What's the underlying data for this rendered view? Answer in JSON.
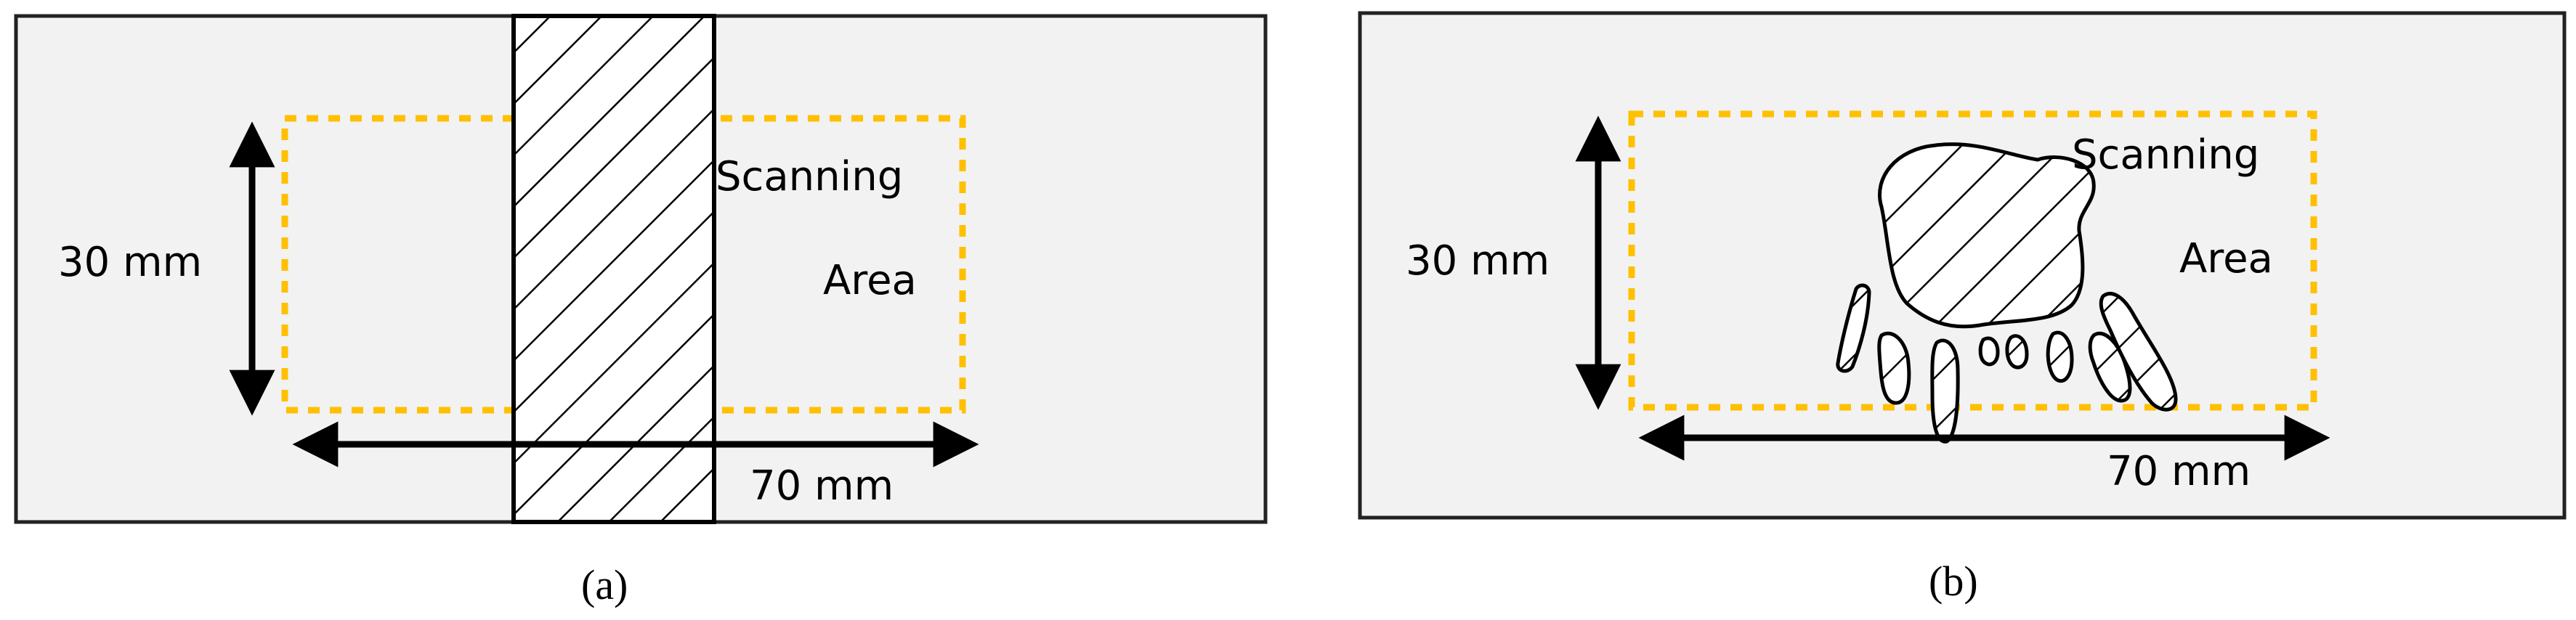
{
  "panels": [
    {
      "caption": "(a)",
      "vertical_dimension": "30 mm",
      "horizontal_dimension": "70 mm",
      "area_label_line1": "Scanning",
      "area_label_line2": "Area"
    },
    {
      "caption": "(b)",
      "vertical_dimension": "30 mm",
      "horizontal_dimension": "70 mm",
      "area_label_line1": "Scanning",
      "area_label_line2": "Area"
    }
  ],
  "colors": {
    "background": "#ffffff",
    "plate_fill": "#f2f2f2",
    "plate_border": "#222222",
    "scan_outline": "#ffc000",
    "hatch": "#000000"
  }
}
